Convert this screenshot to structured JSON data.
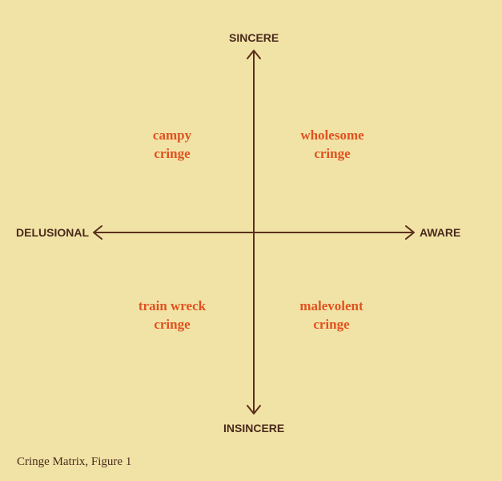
{
  "axes": {
    "top": "SINCERE",
    "bottom": "INSINCERE",
    "left": "DELUSIONAL",
    "right": "AWARE"
  },
  "quadrants": {
    "top_left": {
      "line1": "campy",
      "line2": "cringe"
    },
    "top_right": {
      "line1": "wholesome",
      "line2": "cringe"
    },
    "bottom_left": {
      "line1": "train wreck",
      "line2": "cringe"
    },
    "bottom_right": {
      "line1": "malevolent",
      "line2": "cringe"
    }
  },
  "caption": "Cringe Matrix, Figure 1",
  "colors": {
    "background": "#f1e3a6",
    "axis": "#5a2f1e",
    "quadrant_text": "#e0521f",
    "label_text": "#4a2a1c"
  }
}
